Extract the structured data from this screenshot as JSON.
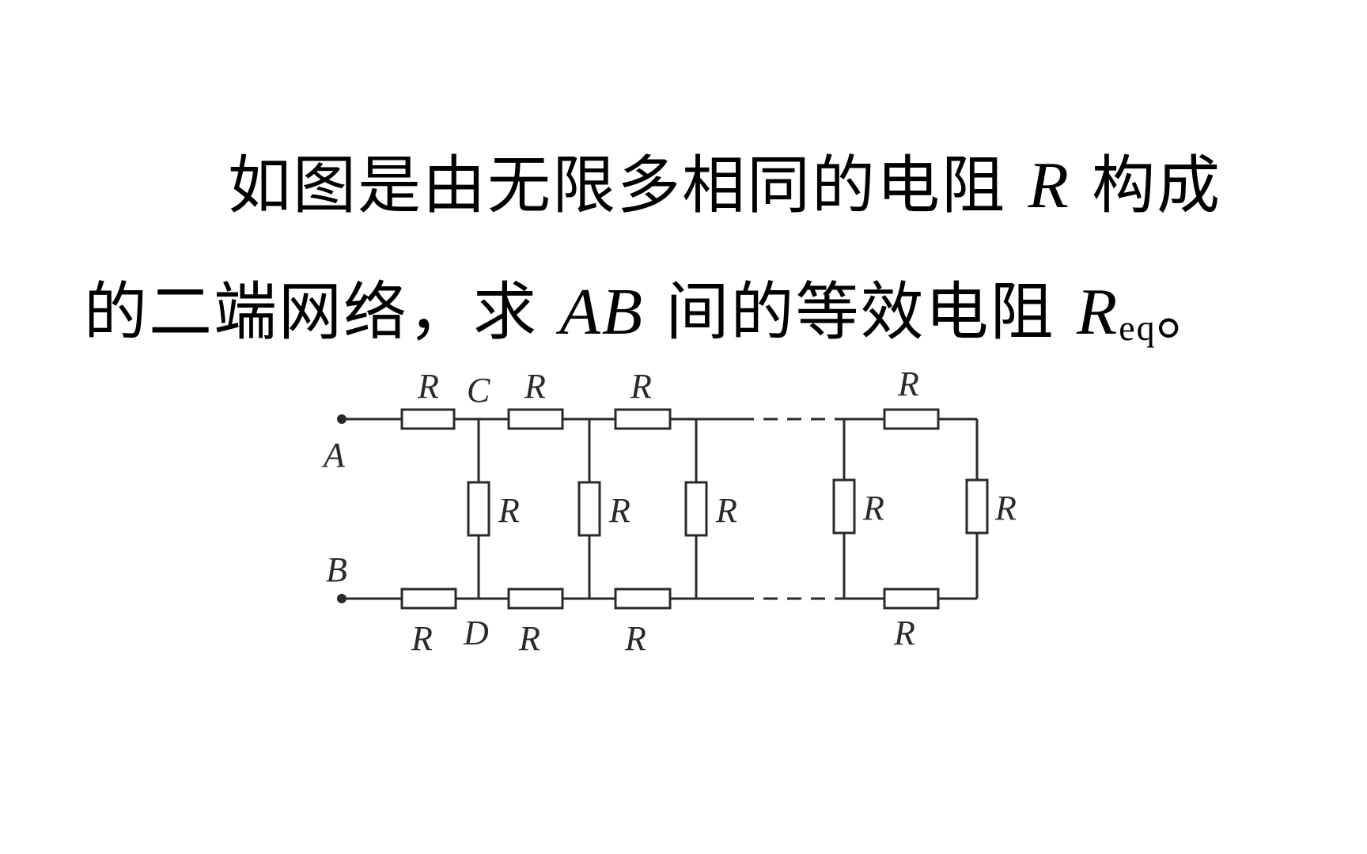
{
  "problem": {
    "line1": {
      "lead": "如图是由无限多相同的电阻 ",
      "var": "R",
      "tail": " 构成"
    },
    "line2": {
      "lead": "的二端网络，求 ",
      "var": "AB",
      "mid": " 间的等效电阻 ",
      "var2": "R",
      "sub": "eq",
      "tail": "。"
    }
  },
  "circuit": {
    "terminals": {
      "a": "A",
      "b": "B"
    },
    "nodes": {
      "c": "C",
      "d": "D"
    },
    "resistor_label": "R"
  }
}
